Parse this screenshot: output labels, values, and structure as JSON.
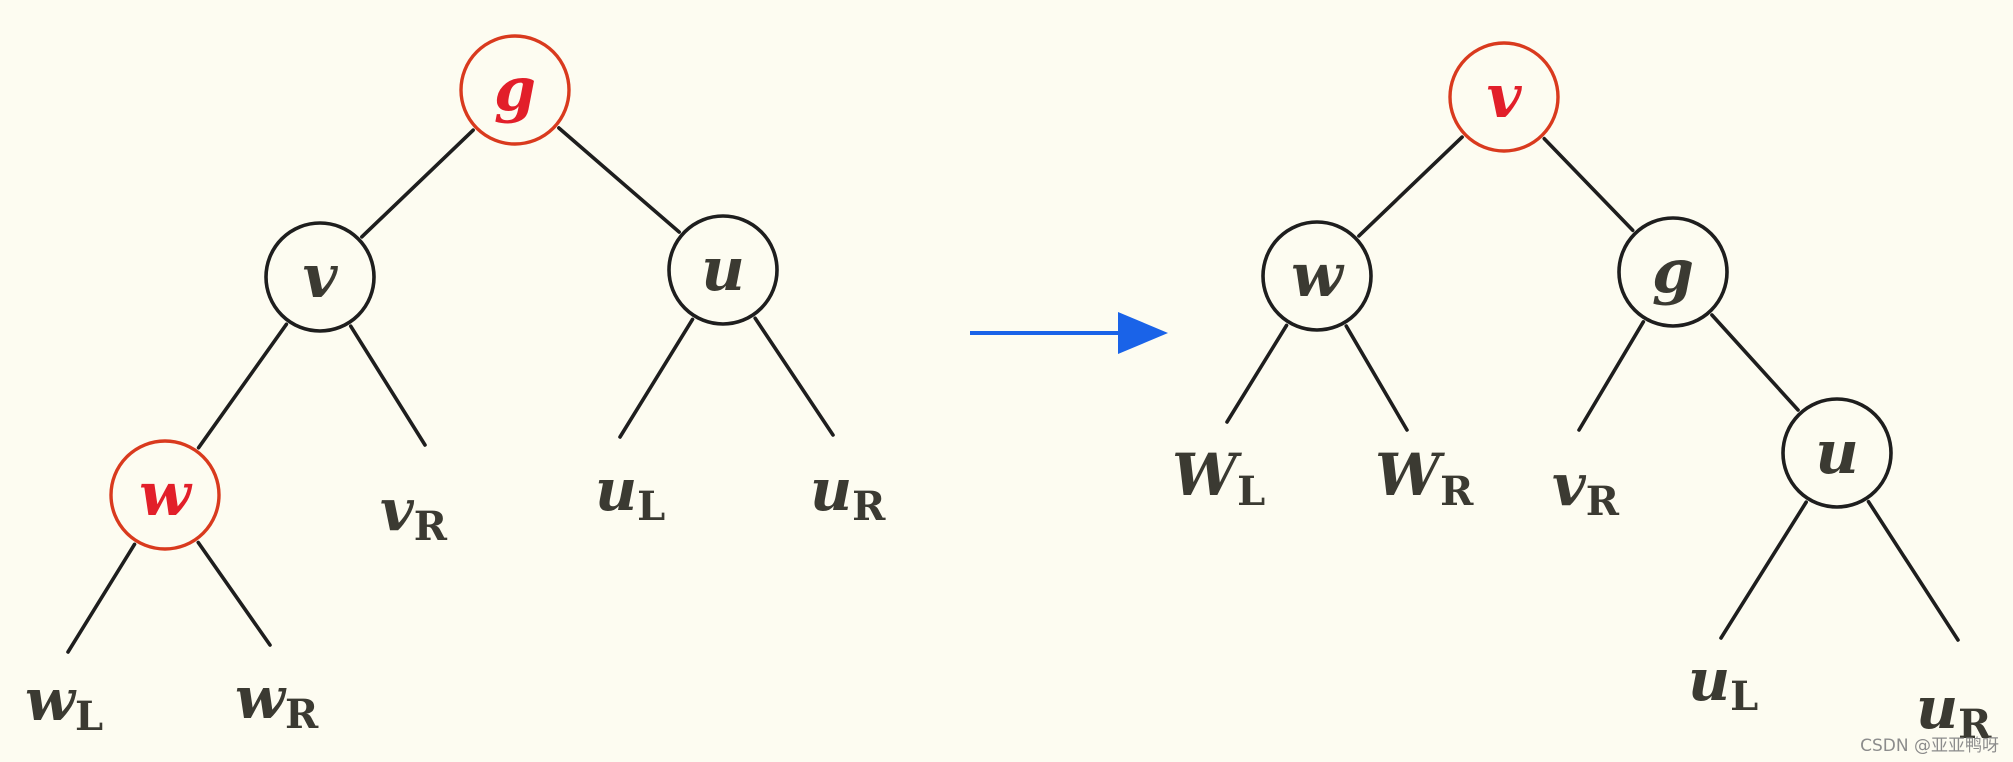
{
  "colors": {
    "background": "#fdfcf1",
    "red_node": "#d93a1e",
    "red_text": "#e21f2a",
    "black_node": "#1e1e1e",
    "text": "#3b3a32",
    "arrow": "#1a63e8"
  },
  "left_tree": {
    "nodes": [
      {
        "id": "g",
        "label": "g",
        "color": "red"
      },
      {
        "id": "v",
        "label": "v",
        "color": "black"
      },
      {
        "id": "u",
        "label": "u",
        "color": "black"
      },
      {
        "id": "w",
        "label": "w",
        "color": "red"
      }
    ],
    "leaves": [
      {
        "id": "vR",
        "base": "v",
        "sub": "R"
      },
      {
        "id": "uL",
        "base": "u",
        "sub": "L"
      },
      {
        "id": "uR",
        "base": "u",
        "sub": "R"
      },
      {
        "id": "wL",
        "base": "w",
        "sub": "L"
      },
      {
        "id": "wR",
        "base": "w",
        "sub": "R"
      }
    ],
    "edges": [
      [
        "g",
        "v"
      ],
      [
        "g",
        "u"
      ],
      [
        "v",
        "w"
      ],
      [
        "v",
        "vR"
      ],
      [
        "u",
        "uL"
      ],
      [
        "u",
        "uR"
      ],
      [
        "w",
        "wL"
      ],
      [
        "w",
        "wR"
      ]
    ]
  },
  "right_tree": {
    "nodes": [
      {
        "id": "v",
        "label": "v",
        "color": "red"
      },
      {
        "id": "w",
        "label": "w",
        "color": "black"
      },
      {
        "id": "g",
        "label": "g",
        "color": "black"
      },
      {
        "id": "u",
        "label": "u",
        "color": "black"
      }
    ],
    "leaves": [
      {
        "id": "wL",
        "base": "W",
        "sub": "L"
      },
      {
        "id": "wR",
        "base": "W",
        "sub": "R"
      },
      {
        "id": "vR",
        "base": "v",
        "sub": "R"
      },
      {
        "id": "uL",
        "base": "u",
        "sub": "L"
      },
      {
        "id": "uR",
        "base": "u",
        "sub": "R"
      }
    ],
    "edges": [
      [
        "v",
        "w"
      ],
      [
        "v",
        "g"
      ],
      [
        "w",
        "wL"
      ],
      [
        "w",
        "wR"
      ],
      [
        "g",
        "vR"
      ],
      [
        "g",
        "u"
      ],
      [
        "u",
        "uL"
      ],
      [
        "u",
        "uR"
      ]
    ]
  },
  "watermark": "CSDN @亚亚鸭呀"
}
